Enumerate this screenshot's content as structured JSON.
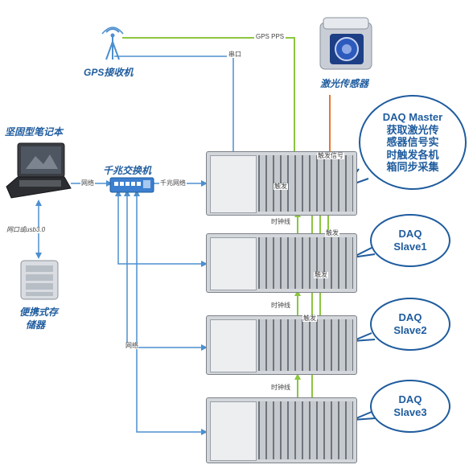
{
  "nodes": {
    "gps_receiver": "GPS接收机",
    "laser_sensor": "激光传感器",
    "laptop": "坚固型笔记本",
    "switch": "千兆交换机",
    "storage_line1": "便携式存",
    "storage_line2": "储器"
  },
  "links": {
    "gps_pps": "GPS PPS",
    "serial": "串口",
    "network_left": "网络",
    "network_right": "千兆网络",
    "network_vertical": "网络",
    "usb": "网口或usb3.0",
    "trigger_signal": "触发信号",
    "clock_1": "时钟线",
    "clock_2": "时钟线",
    "clock_3": "时钟线",
    "trigger_master": "触发",
    "trigger_slave1": "触发",
    "trigger_slave2": "触发",
    "trigger_slave3_top": "触发"
  },
  "bubbles": {
    "master": [
      "DAQ Master",
      "获取激光传",
      "感器信号实",
      "时触发各机",
      "箱同步采集"
    ],
    "slave1": [
      "DAQ",
      "Slave1"
    ],
    "slave2": [
      "DAQ",
      "Slave2"
    ],
    "slave3": [
      "DAQ",
      "Slave3"
    ]
  },
  "colors": {
    "link_blue": "#4d8fcf",
    "link_green": "#8cc63f",
    "trigger_orange": "#e8782e",
    "label_blue": "#1f5c9e"
  }
}
